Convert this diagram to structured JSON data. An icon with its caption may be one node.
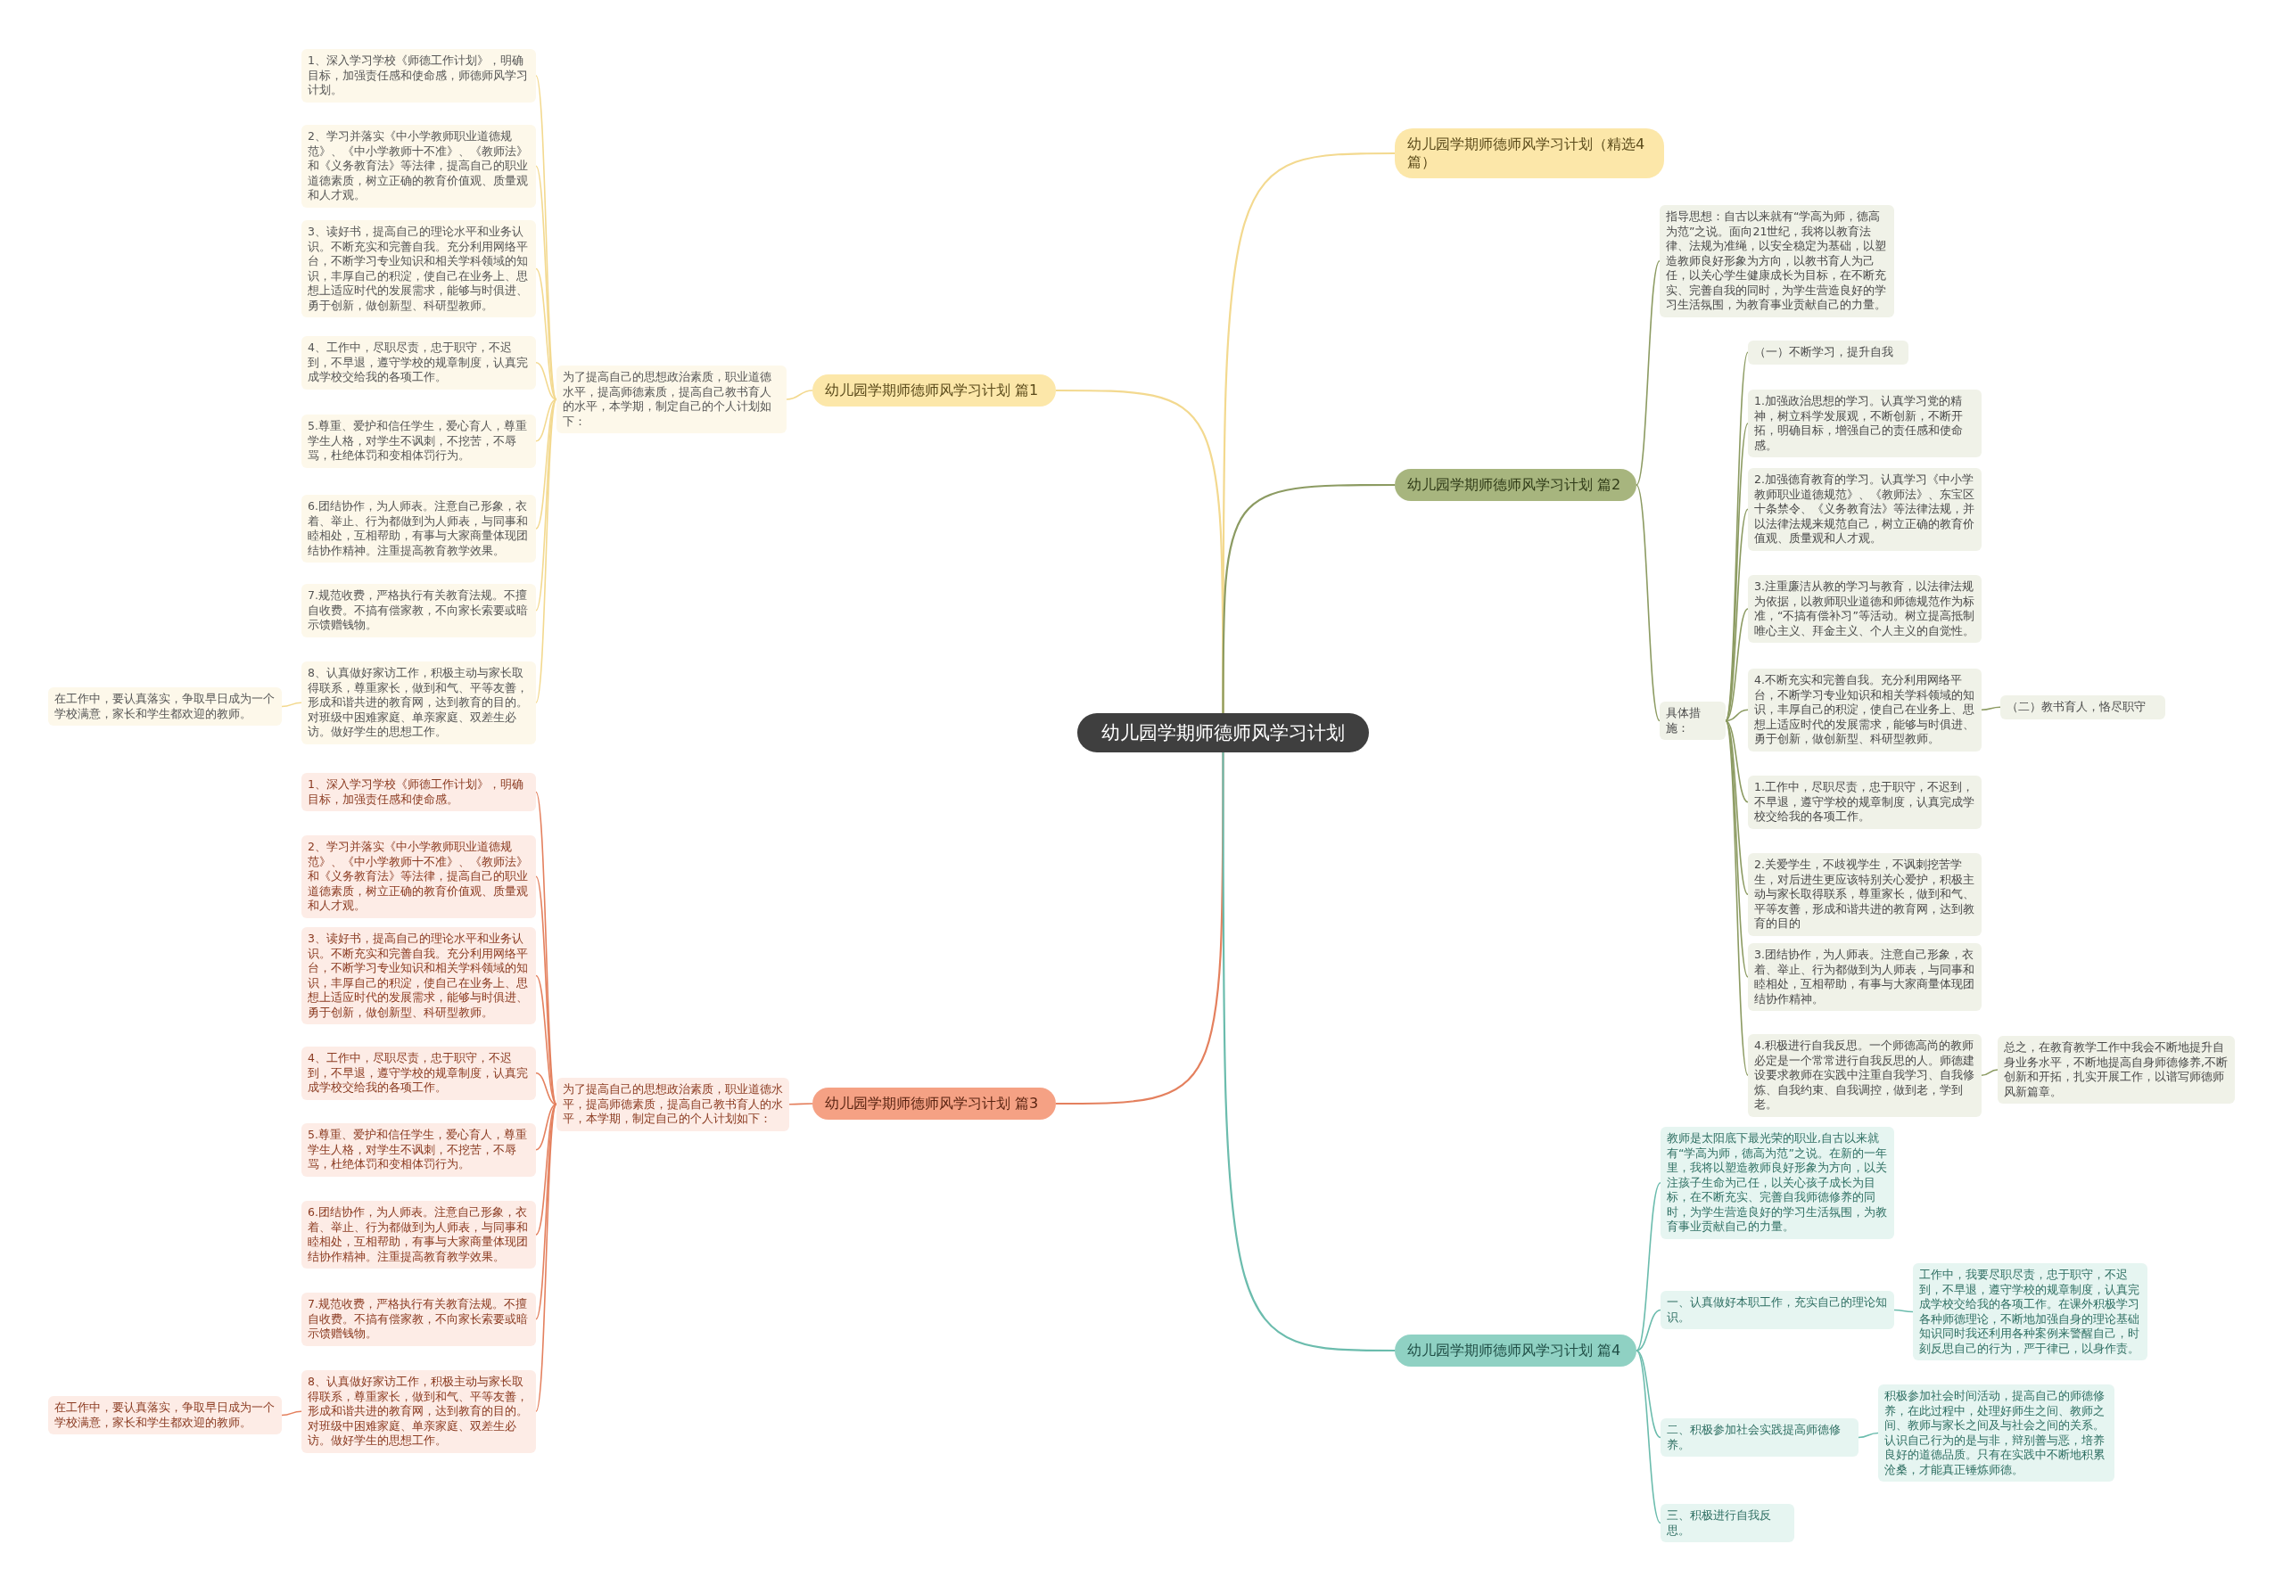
{
  "diagram": {
    "nodes": [
      {
        "text": [
          "幼儿园学期师德师风学习计划"
        ]
      },
      {
        "text": [
          "幼儿园学期师德师风学习计划（精选4篇）"
        ]
      },
      {
        "text": [
          "幼儿园学期师德师风学习计划 篇1"
        ]
      },
      {
        "text": [
          "为了提高自己的思想政治素质，职业道德水平，提高师德素质，提高自己教书育人的水平，本学期，制定自己的个人计划如下："
        ]
      },
      {
        "text": [
          "1、深入学习学校《师德工作计划》，明确目标，加强责任感和使命感，师德师风学习计划。"
        ]
      },
      {
        "text": [
          "2、学习并落实《中小学教师职业道德规范》、《中小学教师十不准》、《教师法》和《义务教育法》等法律，提高自己的职业道德素质，树立正确的教育价值观、质量观和人才观。"
        ]
      },
      {
        "text": [
          "3、读好书，提高自己的理论水平和业务认识。不断充实和完善自我。充分利用网络平台，不断学习专业知识和相关学科领域的知识，丰厚自己的积淀，使自己在业务上、思想上适应时代的发展需求，能够与时俱进、勇于创新，做创新型、科研型教师。"
        ]
      },
      {
        "text": [
          "4、工作中，尽职尽责，忠于职守，不迟到，不早退，遵守学校的规章制度，认真完成学校交给我的各项工作。"
        ]
      },
      {
        "text": [
          "5.尊重、爱护和信任学生，爱心育人，尊重学生人格，对学生不讽刺，不挖苦，不辱骂，杜绝体罚和变相体罚行为。"
        ]
      },
      {
        "text": [
          "6.团结协作，为人师表。注意自己形象，衣着、举止、行为都做到为人师表，与同事和睦相处，互相帮助，有事与大家商量体现团结协作精神。注重提高教育教学效果。"
        ]
      },
      {
        "text": [
          "7.规范收费，严格执行有关教育法规。不擅自收费。不搞有偿家教，不向家长索要或暗示馈赠钱物。"
        ]
      },
      {
        "text": [
          "8、认真做好家访工作，积极主动与家长取得联系，尊重家长，做到和气、平等友善，形成和谐共进的教育网，达到教育的目的。对班级中困难家庭、单亲家庭、双差生必访。做好学生的思想工作。"
        ]
      },
      {
        "text": [
          "在工作中，要认真落实，争取早日成为一个学校满意，家长和学生都欢迎的教师。"
        ]
      },
      {
        "text": [
          "幼儿园学期师德师风学习计划 篇2"
        ]
      },
      {
        "text": [
          "指导思想：自古以来就有“学高为师，德高为范”之说。面向21世纪，我将以教育法律、法规为准绳，以安全稳定为基础，以塑造教师良好形象为方向，以教书育人为己任，以关心学生健康成长为目标，在不断充实、完善自我的同时，为学生营造良好的学习生活氛围，为教育事业贡献自己的力量。"
        ]
      },
      {
        "text": [
          "具体措施："
        ]
      },
      {
        "text": [
          "（一）不断学习，提升自我"
        ]
      },
      {
        "text": [
          "1.加强政治思想的学习。认真学习党的精神，树立科学发展观，不断创新，不断开拓，明确目标，增强自己的责任感和使命感。"
        ]
      },
      {
        "text": [
          "2.加强德育教育的学习。认真学习《中小学教师职业道德规范》、《教师法》、东宝区十条禁令、《义务教育法》等法律法规，并以法律法规来规范自己，树立正确的教育价值观、质量观和人才观。"
        ]
      },
      {
        "text": [
          "3.注重廉洁从教的学习与教育，以法律法规为依据，以教师职业道德和师德规范作为标准，“不搞有偿补习”等活动。树立提高抵制唯心主义、拜金主义、个人主义的自觉性。"
        ]
      },
      {
        "text": [
          "4.不断充实和完善自我。充分利用网络平台，不断学习专业知识和相关学科领域的知识，丰厚自己的积淀，使自己在业务上、思想上适应时代的发展需求，能够与时俱进、勇于创新，做创新型、科研型教师。"
        ]
      },
      {
        "text": [
          "（二）教书育人，恪尽职守"
        ]
      },
      {
        "text": [
          "1.工作中，尽职尽责，忠于职守，不迟到，不早退，遵守学校的规章制度，认真完成学校交给我的各项工作。"
        ]
      },
      {
        "text": [
          "2.关爱学生，不歧视学生，不讽刺挖苦学生，对后进生更应该特别关心爱护，积极主动与家长取得联系，尊重家长，做到和气、平等友善，形成和谐共进的教育网，达到教育的目的"
        ]
      },
      {
        "text": [
          "3.团结协作，为人师表。注意自己形象，衣着、举止、行为都做到为人师表，与同事和睦相处，互相帮助，有事与大家商量体现团结协作精神。"
        ]
      },
      {
        "text": [
          "4.积极进行自我反思。一个师德高尚的教师必定是一个常常进行自我反思的人。师德建设要求教师在实践中注重自我学习、自我修炼、自我约束、自我调控，做到老，学到老。"
        ]
      },
      {
        "text": [
          "总之，在教育教学工作中我会不断地提升自身业务水平，不断地提高自身师德修养,不断创新和开拓，扎实开展工作，以谱写师德师风新篇章。"
        ]
      },
      {
        "text": [
          "幼儿园学期师德师风学习计划 篇3"
        ]
      },
      {
        "text": [
          "为了提高自己的思想政治素质，职业道德水平，提高师德素质，提高自己教书育人的水平，本学期，制定自己的个人计划如下："
        ]
      },
      {
        "text": [
          "1、深入学习学校《师德工作计划》，明确目标，加强责任感和使命感。"
        ]
      },
      {
        "text": [
          "2、学习并落实《中小学教师职业道德规范》、《中小学教师十不准》、《教师法》和《义务教育法》等法律，提高自己的职业道德素质，树立正确的教育价值观、质量观和人才观。"
        ]
      },
      {
        "text": [
          "3、读好书，提高自己的理论水平和业务认识。不断充实和完善自我。充分利用网络平台，不断学习专业知识和相关学科领域的知识，丰厚自己的积淀，使自己在业务上、思想上适应时代的发展需求，能够与时俱进、勇于创新，做创新型、科研型教师。"
        ]
      },
      {
        "text": [
          "4、工作中，尽职尽责，忠于职守，不迟到，不早退，遵守学校的规章制度，认真完成学校交给我的各项工作。"
        ]
      },
      {
        "text": [
          "5.尊重、爱护和信任学生，爱心育人，尊重学生人格，对学生不讽刺，不挖苦，不辱骂，杜绝体罚和变相体罚行为。"
        ]
      },
      {
        "text": [
          "6.团结协作，为人师表。注意自己形象，衣着、举止、行为都做到为人师表，与同事和睦相处，互相帮助，有事与大家商量体现团结协作精神。注重提高教育教学效果。"
        ]
      },
      {
        "text": [
          "7.规范收费，严格执行有关教育法规。不擅自收费。不搞有偿家教，不向家长索要或暗示馈赠钱物。"
        ]
      },
      {
        "text": [
          "8、认真做好家访工作，积极主动与家长取得联系，尊重家长，做到和气、平等友善，形成和谐共进的教育网，达到教育的目的。对班级中困难家庭、单亲家庭、双差生必访。做好学生的思想工作。"
        ]
      },
      {
        "text": [
          "在工作中，要认真落实，争取早日成为一个学校满意，家长和学生都欢迎的教师。"
        ]
      },
      {
        "text": [
          "幼儿园学期师德师风学习计划 篇4"
        ]
      },
      {
        "text": [
          "教师是太阳底下最光荣的职业,自古以来就有“学高为师，德高为范”之说。在新的一年里，我将以塑造教师良好形象为方向，以关注孩子生命为己任，以关心孩子成长为目标，在不断充实、完善自我师德修养的同时，为学生营造良好的学习生活氛围，为教育事业贡献自己的力量。"
        ]
      },
      {
        "text": [
          "一、认真做好本职工作，充实自己的理论知识。"
        ]
      },
      {
        "text": [
          "工作中，我要尽职尽责，忠于职守，不迟到，不早退，遵守学校的规章制度，认真完成学校交给我的各项工作。在课外积极学习各种师德理论，不断地加强自身的理论基础知识同时我还利用各种案例来警醒自己，时刻反思自己的行为，严于律已，以身作责。"
        ]
      },
      {
        "text": [
          "二、积极参加社会实践提高师德修养。"
        ]
      },
      {
        "text": [
          "积极参加社会时间活动，提高自己的师德修养，在此过程中，处理好师生之间、教师之间、教师与家长之间及与社会之间的关系。认识自己行为的是与非，辩别善与恶，培养良好的道德品质。只有在实践中不断地积累沧桑，才能真正锤炼师德。"
        ]
      },
      {
        "text": [
          "三、积极进行自我反思。"
        ]
      }
    ],
    "edges": [
      {
        "from": 0,
        "to": 1,
        "arrow": "none",
        "color": "#f3d98f"
      },
      {
        "from": 0,
        "to": 2,
        "arrow": "none",
        "color": "#f3d98f"
      },
      {
        "from": 2,
        "to": 3,
        "arrow": "none",
        "color": "#f3d98f"
      },
      {
        "from": 3,
        "to": 4,
        "arrow": "none",
        "color": "#f3d98f"
      },
      {
        "from": 3,
        "to": 5,
        "arrow": "none",
        "color": "#f3d98f"
      },
      {
        "from": 3,
        "to": 6,
        "arrow": "none",
        "color": "#f3d98f"
      },
      {
        "from": 3,
        "to": 7,
        "arrow": "none",
        "color": "#f3d98f"
      },
      {
        "from": 3,
        "to": 8,
        "arrow": "none",
        "color": "#f3d98f"
      },
      {
        "from": 3,
        "to": 9,
        "arrow": "none",
        "color": "#f3d98f"
      },
      {
        "from": 3,
        "to": 10,
        "arrow": "none",
        "color": "#f3d98f"
      },
      {
        "from": 3,
        "to": 11,
        "arrow": "none",
        "color": "#f3d98f"
      },
      {
        "from": 11,
        "to": 12,
        "arrow": "none",
        "color": "#f3d98f"
      },
      {
        "from": 0,
        "to": 13,
        "arrow": "none",
        "color": "#8c9b62"
      },
      {
        "from": 13,
        "to": 14,
        "arrow": "none",
        "color": "#8c9b62"
      },
      {
        "from": 13,
        "to": 15,
        "arrow": "none",
        "color": "#8c9b62"
      },
      {
        "from": 15,
        "to": 16,
        "arrow": "none",
        "color": "#8c9b62"
      },
      {
        "from": 15,
        "to": 17,
        "arrow": "none",
        "color": "#8c9b62"
      },
      {
        "from": 15,
        "to": 18,
        "arrow": "none",
        "color": "#8c9b62"
      },
      {
        "from": 15,
        "to": 19,
        "arrow": "none",
        "color": "#8c9b62"
      },
      {
        "from": 15,
        "to": 20,
        "arrow": "none",
        "color": "#8c9b62"
      },
      {
        "from": 20,
        "to": 21,
        "arrow": "none",
        "color": "#8c9b62"
      },
      {
        "from": 15,
        "to": 22,
        "arrow": "none",
        "color": "#8c9b62"
      },
      {
        "from": 15,
        "to": 23,
        "arrow": "none",
        "color": "#8c9b62"
      },
      {
        "from": 15,
        "to": 24,
        "arrow": "none",
        "color": "#8c9b62"
      },
      {
        "from": 15,
        "to": 25,
        "arrow": "none",
        "color": "#8c9b62"
      },
      {
        "from": 25,
        "to": 26,
        "arrow": "none",
        "color": "#8c9b62"
      },
      {
        "from": 0,
        "to": 27,
        "arrow": "none",
        "color": "#e4805e"
      },
      {
        "from": 27,
        "to": 28,
        "arrow": "none",
        "color": "#e4805e"
      },
      {
        "from": 28,
        "to": 29,
        "arrow": "none",
        "color": "#e4805e"
      },
      {
        "from": 28,
        "to": 30,
        "arrow": "none",
        "color": "#e4805e"
      },
      {
        "from": 28,
        "to": 31,
        "arrow": "none",
        "color": "#e4805e"
      },
      {
        "from": 28,
        "to": 32,
        "arrow": "none",
        "color": "#e4805e"
      },
      {
        "from": 28,
        "to": 33,
        "arrow": "none",
        "color": "#e4805e"
      },
      {
        "from": 28,
        "to": 34,
        "arrow": "none",
        "color": "#e4805e"
      },
      {
        "from": 28,
        "to": 35,
        "arrow": "none",
        "color": "#e4805e"
      },
      {
        "from": 28,
        "to": 36,
        "arrow": "none",
        "color": "#e4805e"
      },
      {
        "from": 36,
        "to": 37,
        "arrow": "none",
        "color": "#e4805e"
      },
      {
        "from": 0,
        "to": 38,
        "arrow": "none",
        "color": "#6bbcad"
      },
      {
        "from": 38,
        "to": 39,
        "arrow": "none",
        "color": "#6bbcad"
      },
      {
        "from": 38,
        "to": 40,
        "arrow": "none",
        "color": "#6bbcad"
      },
      {
        "from": 40,
        "to": 41,
        "arrow": "none",
        "color": "#6bbcad"
      },
      {
        "from": 38,
        "to": 42,
        "arrow": "none",
        "color": "#6bbcad"
      },
      {
        "from": 42,
        "to": 43,
        "arrow": "none",
        "color": "#6bbcad"
      },
      {
        "from": 38,
        "to": 44,
        "arrow": "none",
        "color": "#6bbcad"
      }
    ]
  }
}
